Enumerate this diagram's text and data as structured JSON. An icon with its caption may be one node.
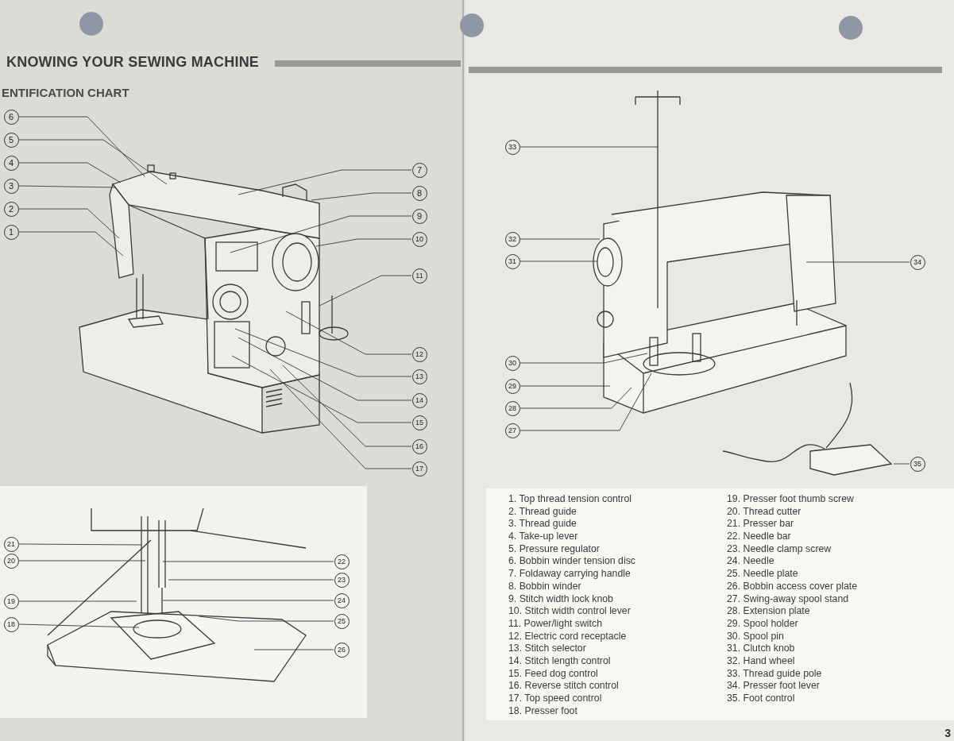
{
  "diagram": {
    "title": "KNOWING YOUR SEWING MACHINE",
    "nodes": [
      {
        "text": [
          "1"
        ]
      },
      {
        "text": [
          "2"
        ]
      },
      {
        "text": [
          "3"
        ]
      },
      {
        "text": [
          "4"
        ]
      },
      {
        "text": [
          "5"
        ]
      },
      {
        "text": [
          "6"
        ]
      },
      {
        "text": [
          "7"
        ]
      },
      {
        "text": [
          "8"
        ]
      },
      {
        "text": [
          "9"
        ]
      },
      {
        "text": [
          "10"
        ]
      },
      {
        "text": [
          "11"
        ]
      },
      {
        "text": [
          "12"
        ]
      },
      {
        "text": [
          "13"
        ]
      },
      {
        "text": [
          "14"
        ]
      },
      {
        "text": [
          "15"
        ]
      },
      {
        "text": [
          "16"
        ]
      },
      {
        "text": [
          "17"
        ]
      },
      {
        "text": [
          "18"
        ]
      },
      {
        "text": [
          "19"
        ]
      },
      {
        "text": [
          "20"
        ]
      },
      {
        "text": [
          "21"
        ]
      },
      {
        "text": [
          "22"
        ]
      },
      {
        "text": [
          "23"
        ]
      },
      {
        "text": [
          "24"
        ]
      },
      {
        "text": [
          "25"
        ]
      },
      {
        "text": [
          "26"
        ]
      },
      {
        "text": [
          "27"
        ]
      },
      {
        "text": [
          "28"
        ]
      },
      {
        "text": [
          "29"
        ]
      },
      {
        "text": [
          "30"
        ]
      },
      {
        "text": [
          "31"
        ]
      },
      {
        "text": [
          "32"
        ]
      },
      {
        "text": [
          "33"
        ]
      },
      {
        "text": [
          "34"
        ]
      },
      {
        "text": [
          "35"
        ]
      }
    ],
    "edges": [
      {
        "from": 0,
        "to": null,
        "arrow": "none"
      },
      {
        "from": 1,
        "to": null,
        "arrow": "none"
      },
      {
        "from": 2,
        "to": null,
        "arrow": "none"
      },
      {
        "from": 3,
        "to": null,
        "arrow": "none"
      },
      {
        "from": 4,
        "to": null,
        "arrow": "none"
      },
      {
        "from": 5,
        "to": null,
        "arrow": "none"
      },
      {
        "from": 6,
        "to": null,
        "arrow": "none"
      },
      {
        "from": 7,
        "to": null,
        "arrow": "none"
      },
      {
        "from": 8,
        "to": null,
        "arrow": "none"
      },
      {
        "from": 9,
        "to": null,
        "arrow": "none"
      },
      {
        "from": 10,
        "to": null,
        "arrow": "none"
      },
      {
        "from": 11,
        "to": null,
        "arrow": "none"
      },
      {
        "from": 12,
        "to": null,
        "arrow": "none"
      },
      {
        "from": 13,
        "to": null,
        "arrow": "none"
      },
      {
        "from": 14,
        "to": null,
        "arrow": "none"
      },
      {
        "from": 15,
        "to": null,
        "arrow": "none"
      },
      {
        "from": 16,
        "to": null,
        "arrow": "none"
      },
      {
        "from": 17,
        "to": null,
        "arrow": "none"
      },
      {
        "from": 18,
        "to": null,
        "arrow": "none"
      },
      {
        "from": 19,
        "to": null,
        "arrow": "none"
      },
      {
        "from": 20,
        "to": null,
        "arrow": "none"
      },
      {
        "from": 21,
        "to": null,
        "arrow": "none"
      },
      {
        "from": 22,
        "to": null,
        "arrow": "none"
      },
      {
        "from": 23,
        "to": null,
        "arrow": "none"
      },
      {
        "from": 24,
        "to": null,
        "arrow": "none"
      },
      {
        "from": 25,
        "to": null,
        "arrow": "none"
      },
      {
        "from": 26,
        "to": null,
        "arrow": "none"
      },
      {
        "from": 27,
        "to": null,
        "arrow": "none"
      },
      {
        "from": 28,
        "to": null,
        "arrow": "none"
      },
      {
        "from": 29,
        "to": null,
        "arrow": "none"
      },
      {
        "from": 30,
        "to": null,
        "arrow": "none"
      },
      {
        "from": 31,
        "to": null,
        "arrow": "none"
      },
      {
        "from": 32,
        "to": null,
        "arrow": "none"
      },
      {
        "from": 33,
        "to": null,
        "arrow": "none"
      },
      {
        "from": 34,
        "to": null,
        "arrow": "none"
      }
    ],
    "labels": [
      "ENTIFICATION CHART",
      "1. Top thread tension control",
      "2. Thread guide",
      "3. Thread guide",
      "4. Take-up lever",
      "5. Pressure regulator",
      "6. Bobbin winder tension disc",
      "7. Foldaway carrying handle",
      "8. Bobbin winder",
      "9. Stitch width lock knob",
      "10. Stitch width control lever",
      "11. Power/light switch",
      "12. Electric cord receptacle",
      "13. Stitch selector",
      "14. Stitch length control",
      "15. Feed dog control",
      "16. Reverse stitch control",
      "17. Top speed control",
      "18. Presser foot",
      "19. Presser foot thumb screw",
      "20. Thread cutter",
      "21. Presser bar",
      "22. Needle bar",
      "23. Needle clamp screw",
      "24. Needle",
      "25. Needle plate",
      "26. Bobbin access cover plate",
      "27. Swing-away spool stand",
      "28. Extension plate",
      "29. Spool holder",
      "30. Spool pin",
      "31. Clutch knob",
      "32. Hand wheel",
      "33. Thread guide pole",
      "34. Presser foot lever",
      "35. Foot control",
      "3"
    ]
  }
}
